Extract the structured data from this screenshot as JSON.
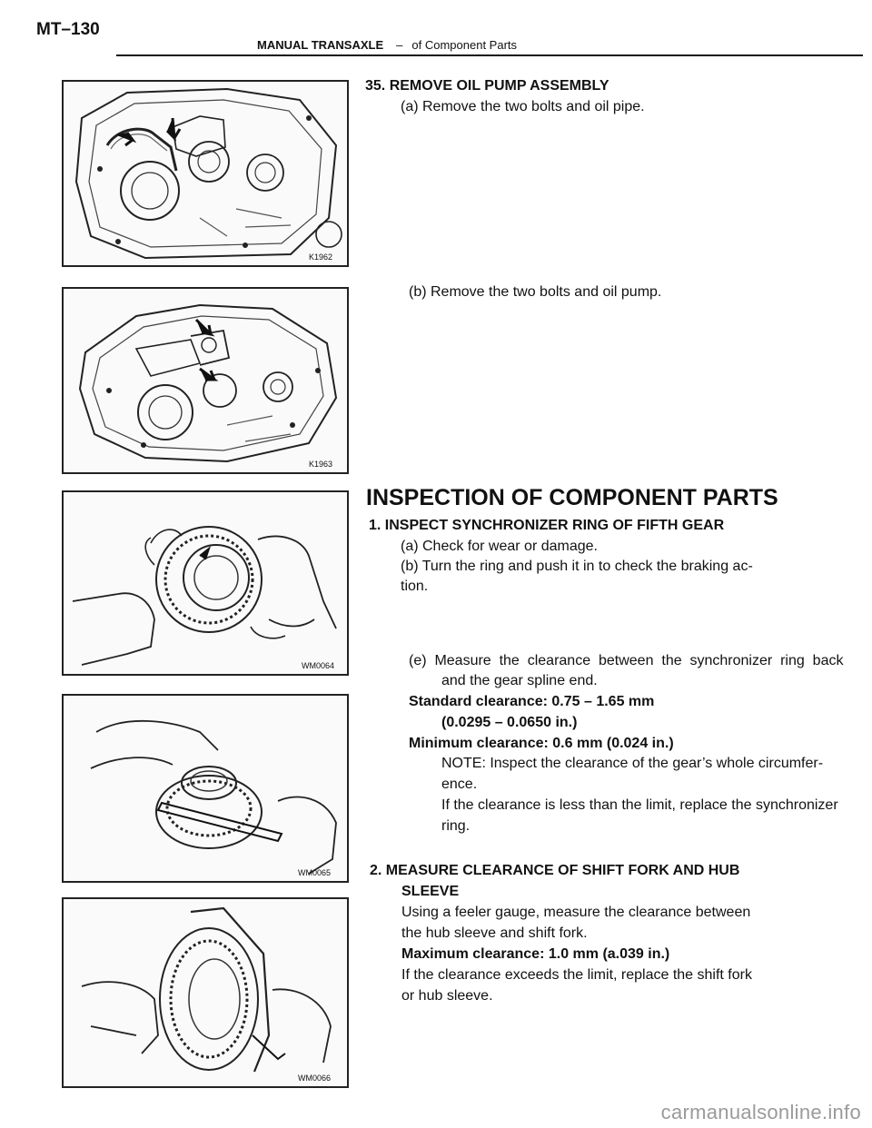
{
  "header": {
    "page_number": "MT–130",
    "section": "MANUAL TRANSAXLE",
    "dash": "–",
    "subsection": "of Component Parts"
  },
  "figures": [
    {
      "code": "K1962"
    },
    {
      "code": "K1963"
    },
    {
      "code": "WM0064"
    },
    {
      "code": "WM0065"
    },
    {
      "code": "WM0066"
    }
  ],
  "step35": {
    "title": "35. REMOVE OIL PUMP ASSEMBLY",
    "a": "(a) Remove the two bolts and oil pipe.",
    "b": "(b) Remove the two bolts and oil pump."
  },
  "inspection": {
    "title": "INSPECTION OF COMPONENT PARTS",
    "step1": {
      "title": "1. INSPECT SYNCHRONIZER RING OF FIFTH GEAR",
      "a": "(a) Check for wear or damage.",
      "b_line1": "(b) Turn the ring and push it in to check the braking ac-",
      "b_line2": "tion.",
      "e_line1": "(e)  Measure  the  clearance  between  the  synchronizer  ring  back",
      "e_line2": "and the gear spline end.",
      "std_label": "Standard clearance: 0.75 – 1.65 mm",
      "std_inch": "(0.0295 – 0.0650 in.)",
      "min_label": "Minimum clearance: 0.6 mm (0.024 in.)",
      "note_line1": "NOTE: Inspect the clearance of the gear’s whole circumfer-",
      "note_line2": "ence.",
      "note_line3": "If the clearance is less than the limit, replace the synchronizer",
      "note_line4": "ring."
    },
    "step2": {
      "title_line1": "2. MEASURE CLEARANCE OF SHIFT FORK AND HUB",
      "title_line2": "SLEEVE",
      "body_line1": "Using a feeler gauge, measure the clearance between",
      "body_line2": "the hub sleeve and shift fork.",
      "max_label": "Maximum clearance: 1.0 mm (a.039 in.)",
      "body_line3": "If the clearance exceeds the limit, replace the shift fork",
      "body_line4": "or hub sleeve."
    }
  },
  "watermark": "carmanualsonline.info"
}
